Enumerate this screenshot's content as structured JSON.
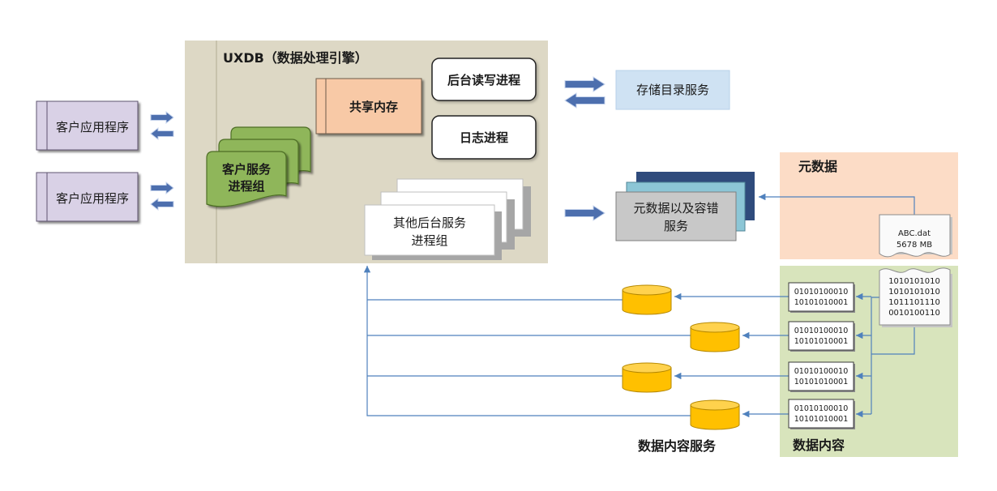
{
  "clients": [
    {
      "label": "客户应用程序"
    },
    {
      "label": "客户应用程序"
    }
  ],
  "engine": {
    "title": "UXDB（数据处理引擎）",
    "shared_memory": "共享内存",
    "background_rw": "后台读写进程",
    "log_process": "日志进程",
    "client_service_group": {
      "line1": "客户服务",
      "line2": "进程组"
    },
    "other_service_group": {
      "line1": "其他后台服务",
      "line2": "进程组"
    }
  },
  "storage_catalog_service": "存储目录服务",
  "metadata_service": {
    "line1": "元数据以及容错",
    "line2": "服务"
  },
  "metadata_region": {
    "title": "元数据"
  },
  "file": {
    "name": "ABC.dat",
    "size": "5678 MB",
    "bits": [
      "1010101010",
      "1010101010",
      "1011101110",
      "0010100110"
    ]
  },
  "data_region": {
    "title": "数据内容"
  },
  "data_blocks": [
    {
      "lines": [
        "01010100010",
        "10101010001"
      ]
    },
    {
      "lines": [
        "01010100010",
        "10101010001"
      ]
    },
    {
      "lines": [
        "01010100010",
        "10101010001"
      ]
    },
    {
      "lines": [
        "01010100010",
        "10101010001"
      ]
    }
  ],
  "data_content_service": "数据内容服务",
  "colors": {
    "client_fill": "#d9d1e6",
    "engine_fill": "#ddd8c5",
    "shared_memory_fill": "#f8c9a6",
    "client_group_fill": "#8fb65a",
    "storage_fill": "#cfe2f3",
    "metadata_back_fill": "#2f4b7c",
    "metadata_mid_fill": "#8cc6d6",
    "metadata_front_fill": "#c8c8c8",
    "metadata_region_fill": "#fcdcc6",
    "data_region_fill": "#d8e4bc",
    "cylinder_fill": "#ffc000",
    "cylinder_top_fill": "#ffd24d",
    "connector": "#4f81bd",
    "block_arrow": "#4d6fae"
  }
}
